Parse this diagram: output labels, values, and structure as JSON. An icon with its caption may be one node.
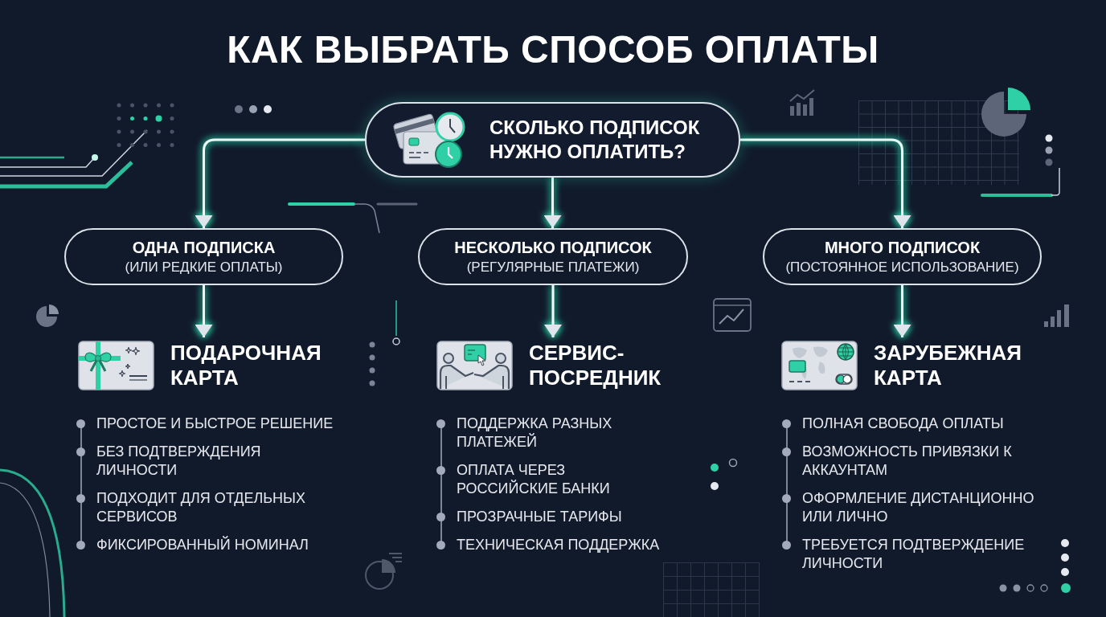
{
  "diagram": {
    "title": "КАК ВЫБРАТЬ СПОСОБ ОПЛАТЫ",
    "nodes": [
      {
        "text": [
          "СКОЛЬКО ПОДПИСОК НУЖНО ОПЛАТИТЬ?"
        ]
      },
      {
        "text": [
          "ОДНА ПОДПИСКА",
          "(ИЛИ РЕДКИЕ ОПЛАТЫ)"
        ]
      },
      {
        "text": [
          "НЕСКОЛЬКО ПОДПИСОК",
          "(РЕГУЛЯРНЫЕ ПЛАТЕЖИ)"
        ]
      },
      {
        "text": [
          "МНОГО ПОДПИСОК",
          "(ПОСТОЯННОЕ ИСПОЛЬЗОВАНИЕ)"
        ]
      },
      {
        "text": [
          "ПОДАРОЧНАЯ КАРТА"
        ],
        "beside": [
          "ПРОСТОЕ И БЫСТРОЕ РЕШЕНИЕ",
          "БЕЗ ПОДТВЕРЖДЕНИЯ ЛИЧНОСТИ",
          "ПОДХОДИТ ДЛЯ ОТДЕЛЬНЫХ СЕРВИСОВ",
          "ФИКСИРОВАННЫЙ НОМИНАЛ"
        ]
      },
      {
        "text": [
          "СЕРВИС-ПОСРЕДНИК"
        ],
        "beside": [
          "ПОДДЕРЖКА РАЗНЫХ ПЛАТЕЖЕЙ",
          "ОПЛАТА ЧЕРЕЗ РОССИЙСКИЕ БАНКИ",
          "ПРОЗРАЧНЫЕ ТАРИФЫ",
          "ТЕХНИЧЕСКАЯ ПОДДЕРЖКА"
        ]
      },
      {
        "text": [
          "ЗАРУБЕЖНАЯ КАРТА"
        ],
        "beside": [
          "ПОЛНАЯ СВОБОДА ОПЛАТЫ",
          "ВОЗМОЖНОСТЬ ПРИВЯЗКИ К АККАУНТАМ",
          "ОФОРМЛЕНИЕ ДИСТАНЦИОННО ИЛИ ЛИЧНО",
          "ТРЕБУЕТСЯ ПОДТВЕРЖДЕНИЕ ЛИЧНОСТИ"
        ]
      }
    ],
    "edges": [
      {
        "from": 0,
        "to": 1,
        "arrow": "to"
      },
      {
        "from": 0,
        "to": 2,
        "arrow": "to"
      },
      {
        "from": 0,
        "to": 3,
        "arrow": "to"
      },
      {
        "from": 1,
        "to": 4,
        "arrow": "to"
      },
      {
        "from": 2,
        "to": 5,
        "arrow": "to"
      },
      {
        "from": 3,
        "to": 6,
        "arrow": "to"
      }
    ]
  }
}
